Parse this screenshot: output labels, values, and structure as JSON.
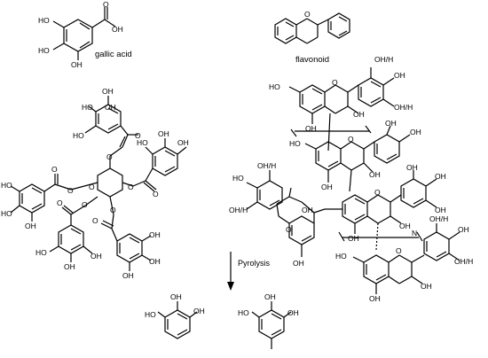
{
  "labels": {
    "gallic_acid": "gallic acid",
    "flavonoid": "flavonoid",
    "pyrolysis": "Pyrolysis",
    "polymer_n": "N",
    "oh": "OH",
    "ho": "HO",
    "oh_h": "OH/H",
    "oh_h_left": "OH/H",
    "o": "O"
  },
  "colors": {
    "ink": "#000000",
    "background": "#ffffff"
  }
}
